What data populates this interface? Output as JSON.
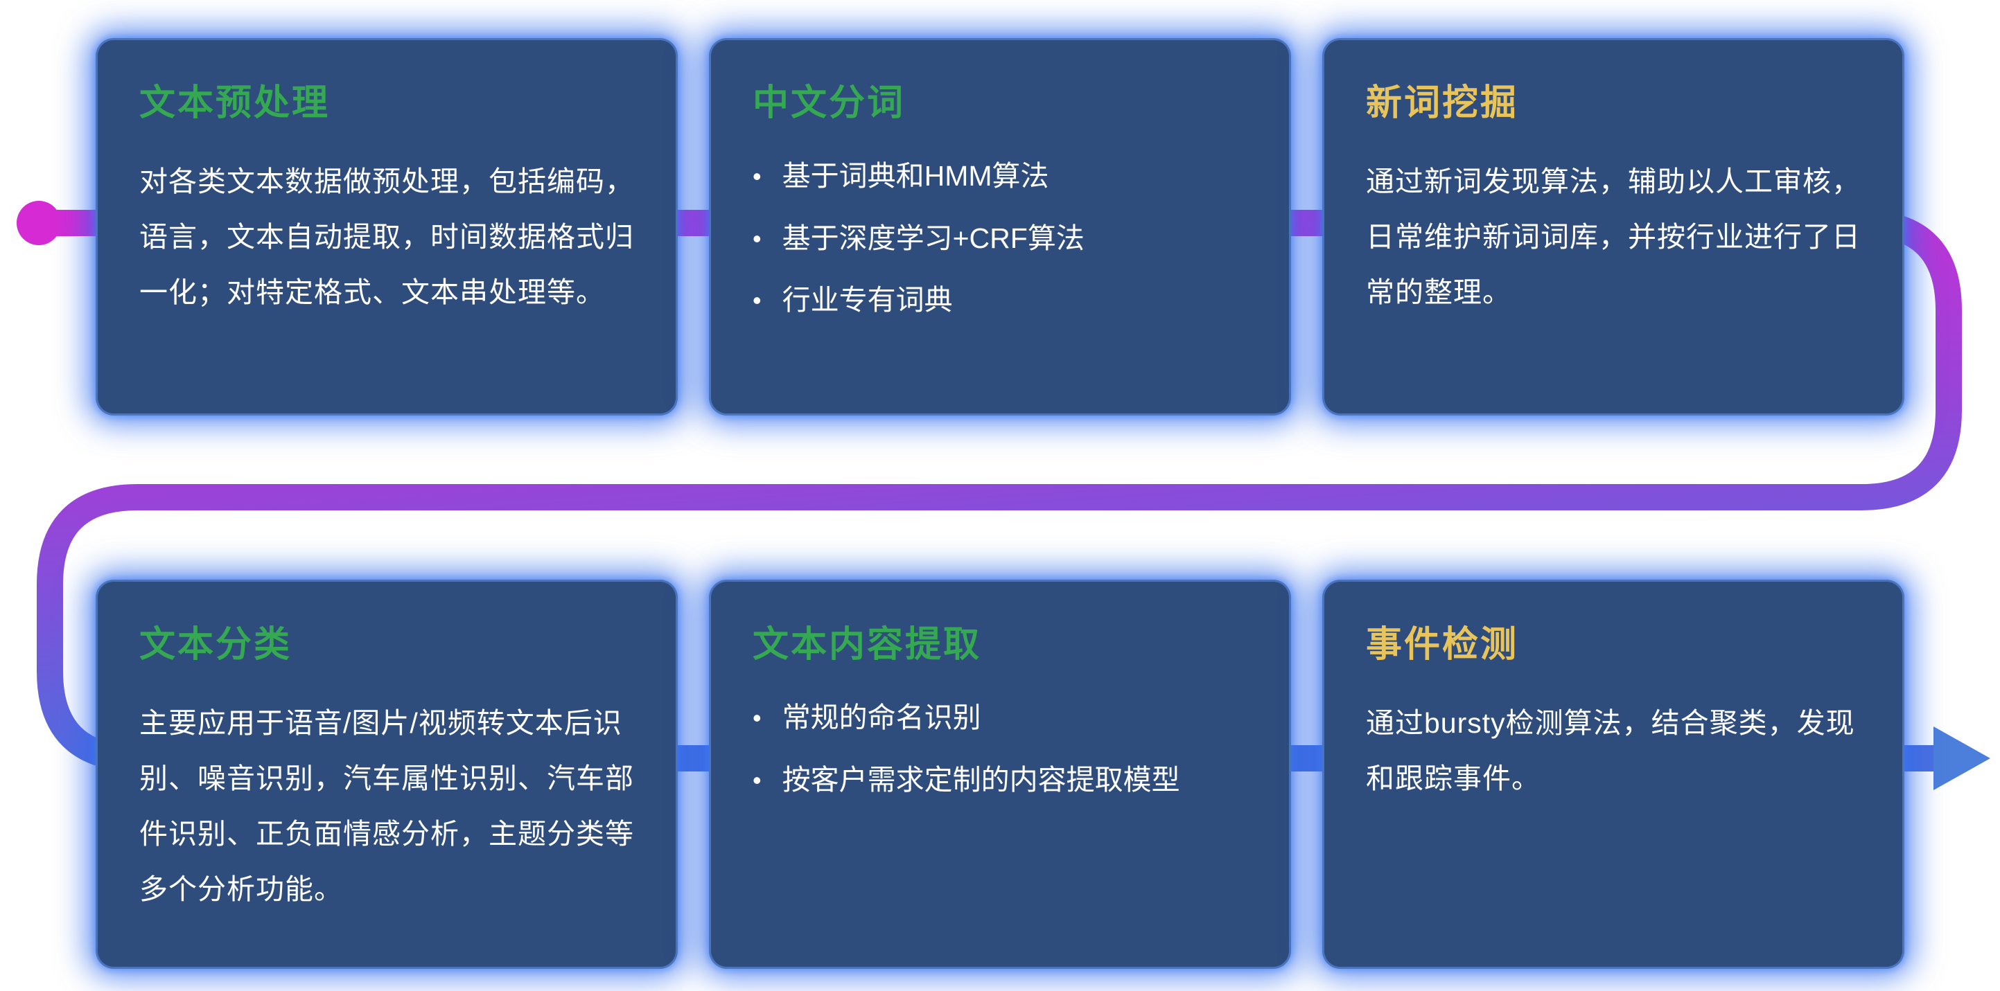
{
  "bullet_char": "•",
  "flow": {
    "start_dot_color": "#d62ad4",
    "gradient": [
      "#d62ad4",
      "#9a43d8",
      "#4a6fdf"
    ],
    "arrow_color": "#4c7fdb",
    "card_background": "#2e4c7c",
    "card_glow": "#2c6aeb",
    "title_green": "#35a852",
    "title_yellow": "#e9c45a",
    "body_text_color": "#ffffff"
  },
  "cards": [
    {
      "title": "文本预处理",
      "title_color": "#35a852",
      "body": "对各类文本数据做预处理，包括编码，语言，文本自动提取，时间数据格式归一化；对特定格式、文本串处理等。"
    },
    {
      "title": "中文分词",
      "title_color": "#35a852",
      "bullets": [
        "基于词典和HMM算法",
        "基于深度学习+CRF算法",
        "行业专有词典"
      ]
    },
    {
      "title": "新词挖掘",
      "title_color": "#e9c45a",
      "body": "通过新词发现算法，辅助以人工审核，日常维护新词词库，并按行业进行了日常的整理。"
    },
    {
      "title": "文本分类",
      "title_color": "#35a852",
      "body": "主要应用于语音/图片/视频转文本后识别、噪音识别，汽车属性识别、汽车部件识别、正负面情感分析，主题分类等多个分析功能。"
    },
    {
      "title": "文本内容提取",
      "title_color": "#35a852",
      "bullets": [
        "常规的命名识别",
        "按客户需求定制的内容提取模型"
      ]
    },
    {
      "title": "事件检测",
      "title_color": "#e9c45a",
      "body": "通过bursty检测算法，结合聚类，发现和跟踪事件。"
    }
  ]
}
